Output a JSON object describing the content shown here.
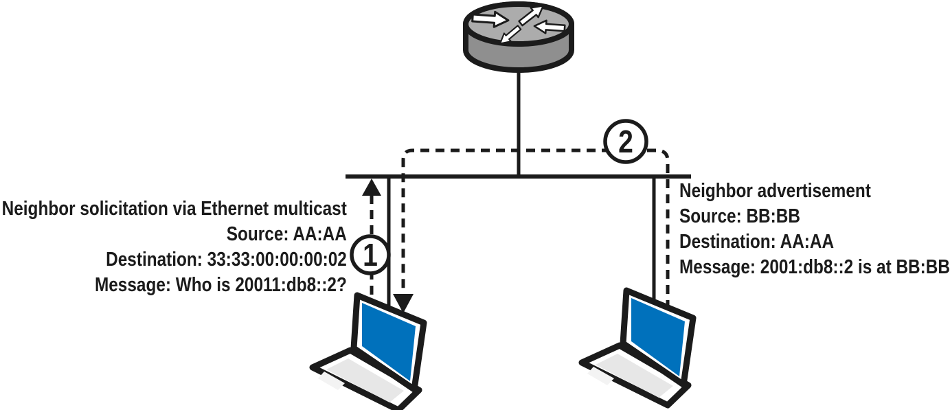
{
  "notes": {
    "solicitation": {
      "lines": [
        "Neighbor solicitation via Ethernet multicast",
        "Source: AA:AA",
        "Destination: 33:33:00:00:00:02",
        "Message: Who is 20011:db8::2?"
      ]
    },
    "advertisement": {
      "lines": [
        "Neighbor advertisement",
        "Source: BB:BB",
        "Destination: AA:AA",
        "Message: 2001:db8::2 is at BB:BB"
      ]
    }
  },
  "steps": [
    {
      "label": "1"
    },
    {
      "label": "2"
    }
  ],
  "colors": {
    "line": "#1b1b1b",
    "laptop_screen": "#0071bc",
    "laptop_body": "#ffffff",
    "laptop_keyboard": "#e7e7e7",
    "router_top": "#acacac",
    "router_body": "#8f8f8f"
  }
}
